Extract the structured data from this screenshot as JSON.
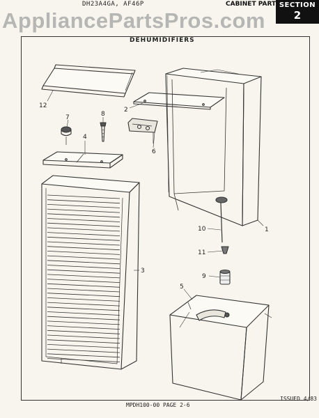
{
  "header": {
    "model_text": "DH23A4GA, AF46P",
    "subtitle": "DEHUMIDIFIERS",
    "category": "CABINET PARTS",
    "section_label": "SECTION",
    "section_number": "2"
  },
  "watermark": "AppliancePartsPros.com",
  "footer": {
    "page_ref": "MPDH100-00   PAGE 2-6",
    "issued": "ISSUED 4/83"
  },
  "callouts": {
    "c1": "1",
    "c2": "2",
    "c3": "3",
    "c4": "4",
    "c5": "5",
    "c6": "6",
    "c7": "7",
    "c8": "8",
    "c9": "9",
    "c10": "10",
    "c11": "11",
    "c12": "12"
  },
  "colors": {
    "line": "#333333",
    "paper": "#f7f5ee",
    "section_bg": "#111111"
  }
}
